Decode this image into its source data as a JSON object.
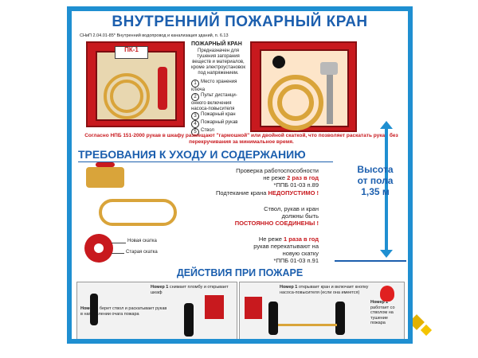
{
  "poster": {
    "title": "ВНУТРЕННИЙ ПОЖАРНЫЙ КРАН",
    "subtitle": "СНиП 2.04.01-85* Внутренний водопровод и канализация зданий, п. 6.13",
    "cabinet_label": "ПК-1",
    "legend": {
      "heading": "ПОЖАРНЫЙ КРАН",
      "lead": "Предназначен для тушения загорания веществ и материалов, кроме электроустановок под напряжением.",
      "items": [
        {
          "num": "1",
          "text": "Место хранения ключа"
        },
        {
          "num": "2",
          "text": "Пульт дистанци-онного включения насоса-повысителя"
        },
        {
          "num": "3",
          "text": "Пожарный кран"
        },
        {
          "num": "4",
          "text": "Пожарный рукав"
        },
        {
          "num": "5",
          "text": "Ствол"
        }
      ]
    },
    "note": "Согласно НПБ 151-2000 рукав в шкафу размещают \"гармошкой\" или двойной скаткой, что позволяет раскатать рукав без перекручивания за минимальное время.",
    "requirements_heading": "ТРЕБОВАНИЯ К УХОДУ И СОДЕРЖАНИЮ",
    "req1": {
      "line1": "Проверка работоспособности",
      "line2_pre": "не реже ",
      "line2_red": "2 раз в год",
      "line3": "*ППБ 01-03 п.89"
    },
    "req2": {
      "pre": "Подтекание крана ",
      "red": "НЕДОПУСТИМО !"
    },
    "req3": {
      "line1": "Ствол, рукав и кран",
      "line2": "должны быть",
      "red": "ПОСТОЯННО СОЕДИНЕНЫ !"
    },
    "req4": {
      "pre": "Не реже ",
      "red": "1 раза в год",
      "line2": "рукав перекатывают на",
      "line3": "новую скатку",
      "line4": "*ППБ 01-03 п.91"
    },
    "scatka_new": "Новая скатка",
    "scatka_old": "Старая скатка",
    "height": {
      "line1": "Высота",
      "line2": "от пола",
      "line3": "1,35 м"
    },
    "actions_heading": "ДЕЙСТВИЯ ПРИ ПОЖАРЕ",
    "action1": {
      "top_bold": "Номер 1",
      "top": " снимает пломбу и открывает шкаф",
      "bottom_bold": "Номер 2",
      "bottom": " берет ствол и раскатывает рукав в направлении очага пожара"
    },
    "action2": {
      "top_bold": "Номер 1",
      "top": " открывает кран и включает кнопку насоса-повысителя (если она имеется)",
      "right_bold": "Номер 2",
      "right": " работает со стволом на тушение пожара"
    }
  },
  "colors": {
    "accent": "#1c5fae",
    "frame": "#1f8fd1",
    "alarm": "#c8191e",
    "hose": "#d9a43a"
  }
}
